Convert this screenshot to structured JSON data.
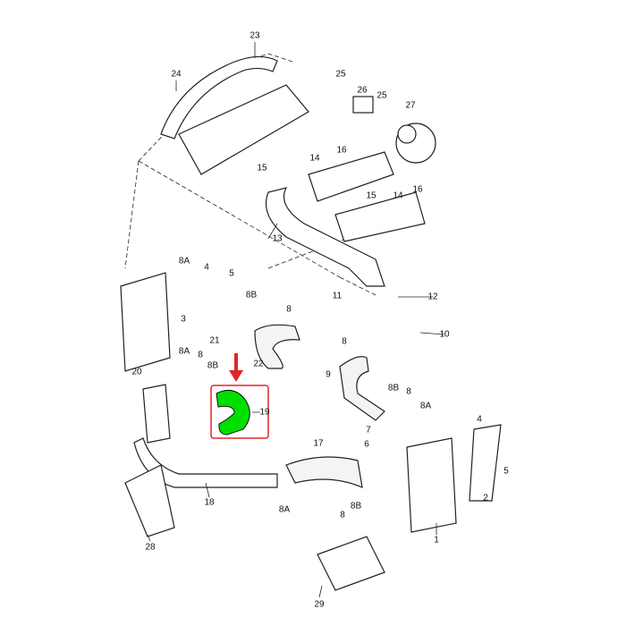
{
  "highlight": {
    "color": "#00e000",
    "frame_color": "#e0262a",
    "arrow_color": "#e0262a",
    "part": "19"
  },
  "labels": [
    "23",
    "24",
    "25",
    "26",
    "25",
    "27",
    "16",
    "14",
    "15",
    "15",
    "14",
    "16",
    "13",
    "8A",
    "4",
    "5",
    "8B",
    "11",
    "12",
    "3",
    "8",
    "21",
    "10",
    "8",
    "20",
    "8A",
    "8",
    "8B",
    "22",
    "9",
    "8B",
    "8",
    "19",
    "8A",
    "4",
    "7",
    "6",
    "17",
    "5",
    "2",
    "18",
    "8A",
    "8",
    "8B",
    "1",
    "28",
    "29"
  ]
}
